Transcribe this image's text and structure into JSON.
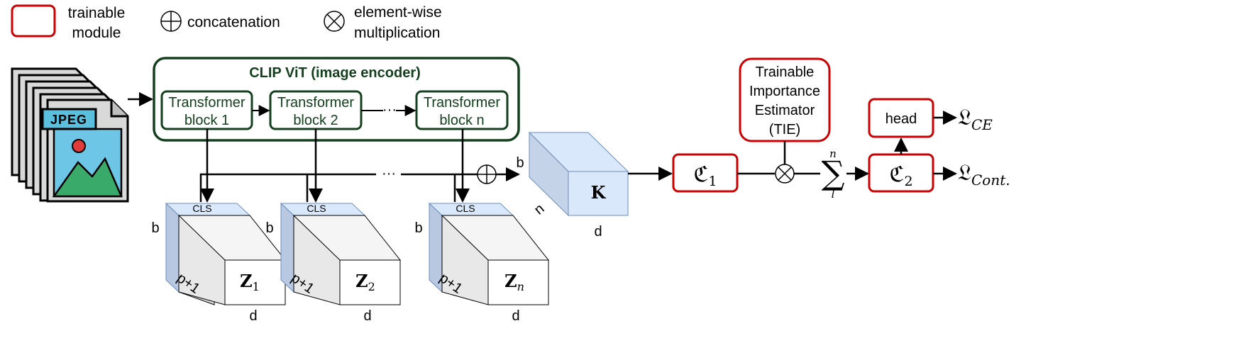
{
  "legend": {
    "trainable_line1": "trainable",
    "trainable_line2": "module",
    "concat_label": "concatenation",
    "mult_line1": "element-wise",
    "mult_line2": "multiplication"
  },
  "clip": {
    "title": "CLIP ViT (image encoder)",
    "blocks": [
      {
        "line1": "Transformer",
        "line2": "block 1"
      },
      {
        "line1": "Transformer",
        "line2": "block 2"
      },
      {
        "line1": "Transformer",
        "line2": "block n"
      }
    ],
    "ellipsis": "···"
  },
  "input_icon": "stacked-jpeg-image-files-icon",
  "tensors": {
    "cls": "CLS",
    "dim_b": "b",
    "dim_p": "p+1",
    "dim_d": "d",
    "z_labels": [
      {
        "main": "Z",
        "sub": "1"
      },
      {
        "main": "Z",
        "sub": "2"
      },
      {
        "main": "Z",
        "sub": "n"
      }
    ]
  },
  "pipeline": {
    "ellipsis": "···",
    "b_label": "b",
    "k_label": "K",
    "k_dim_n": "n",
    "k_dim_d": "d",
    "omega1": {
      "main": "ℭ",
      "sub": "1"
    },
    "omega2": {
      "main": "ℭ",
      "sub": "2"
    },
    "tie": {
      "line1": "Trainable",
      "line2": "Importance",
      "line3": "Estimator",
      "line4": "(TIE)"
    },
    "sum": {
      "symbol": "∑",
      "top": "n",
      "bottom": "l"
    },
    "head": "head",
    "loss_ce": {
      "main": "𝔏",
      "sub": "CE"
    },
    "loss_cont": {
      "main": "𝔏",
      "sub": "Cont."
    }
  },
  "colors": {
    "trainable_red": "#cc0000",
    "clip_green": "#14401e",
    "tensor_blue": "#dae8fc",
    "tensor_gray": "#e8e8e8",
    "file_blue": "#5bc0de",
    "file_green": "#3aaa6a"
  }
}
